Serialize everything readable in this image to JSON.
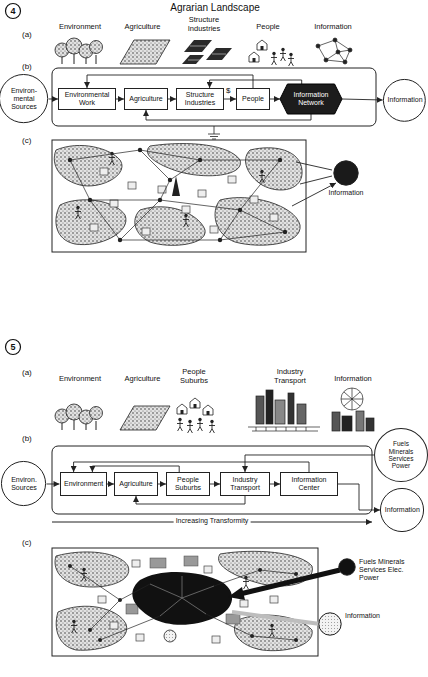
{
  "diagram": {
    "title": "Agrarian Landscape",
    "nodes": [
      {
        "text": [
          "Environ- mental Sources"
        ]
      },
      {
        "text": [
          "Environmental Work"
        ]
      },
      {
        "text": [
          "Agriculture"
        ]
      },
      {
        "text": [
          "Structure Industries"
        ]
      },
      {
        "text": [
          "People"
        ]
      },
      {
        "text": [
          "Information Network"
        ]
      },
      {
        "text": [
          "Information"
        ]
      },
      {
        "text": [
          "Information"
        ]
      },
      {
        "text": [
          "Environ. Sources"
        ]
      },
      {
        "text": [
          "Environment"
        ]
      },
      {
        "text": [
          "Agriculture"
        ]
      },
      {
        "text": [
          "People Suburbs"
        ]
      },
      {
        "text": [
          "Industry Transport"
        ]
      },
      {
        "text": [
          "Information Center"
        ]
      },
      {
        "text": [
          "Fuels Minerals Services Power"
        ]
      },
      {
        "text": [
          "Information"
        ]
      },
      {
        "text": [
          "Fuels Minerals Services Elec. Power"
        ]
      },
      {
        "text": [
          "Information"
        ]
      }
    ],
    "edges": [
      {
        "from": 0,
        "to": 1,
        "arrow": "to"
      },
      {
        "from": 1,
        "to": 2,
        "arrow": "to"
      },
      {
        "from": 2,
        "to": 3,
        "arrow": "to"
      },
      {
        "from": 3,
        "to": 4,
        "arrow": "to"
      },
      {
        "from": 4,
        "to": 5,
        "arrow": "to"
      },
      {
        "from": 5,
        "to": 6,
        "arrow": "to"
      },
      {
        "from": 5,
        "to": 3,
        "arrow": "to"
      },
      {
        "from": 4,
        "to": 1,
        "arrow": "to"
      },
      {
        "from": 5,
        "to": 2,
        "arrow": "to"
      },
      {
        "from": 8,
        "to": 9,
        "arrow": "to"
      },
      {
        "from": 9,
        "to": 10,
        "arrow": "to"
      },
      {
        "from": 10,
        "to": 11,
        "arrow": "to"
      },
      {
        "from": 11,
        "to": 12,
        "arrow": "to"
      },
      {
        "from": 12,
        "to": 13,
        "arrow": "to"
      },
      {
        "from": 13,
        "to": 15,
        "arrow": "to"
      },
      {
        "from": 14,
        "to": 12,
        "arrow": "to"
      },
      {
        "from": 13,
        "to": 9,
        "arrow": "to"
      },
      {
        "from": 11,
        "to": 9,
        "arrow": "to"
      },
      {
        "from": 12,
        "to": 10,
        "arrow": "to"
      }
    ],
    "labels": [
      "4",
      "(a)",
      "Environment",
      "Agriculture",
      "Structure Industries",
      "People",
      "Information",
      "(b)",
      "$",
      "(c)",
      "5",
      "(a)",
      "Environment",
      "Agriculture",
      "People Suburbs",
      "Industry Transport",
      "Information",
      "(b)",
      "Increasing Transformity",
      "(c)"
    ]
  }
}
